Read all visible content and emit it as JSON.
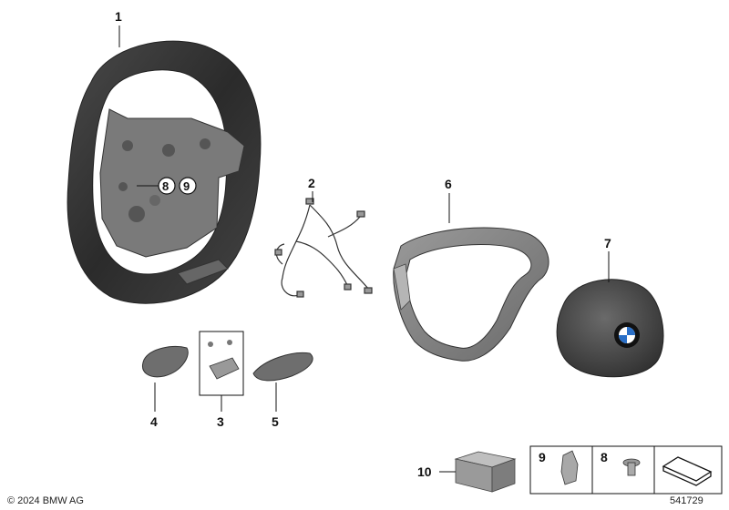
{
  "callouts": {
    "c1": "1",
    "c2": "2",
    "c3": "3",
    "c4": "4",
    "c5": "5",
    "c6": "6",
    "c7": "7",
    "c8": "8",
    "c9": "9",
    "c10": "10",
    "box9": "9",
    "box8": "8"
  },
  "copyright": "© 2024 BMW AG",
  "diagram_number": "541729",
  "parts": [
    {
      "ref": "1",
      "icon": "steering-wheel-icon"
    },
    {
      "ref": "2",
      "icon": "wiring-harness-icon"
    },
    {
      "ref": "3",
      "icon": "switch-module-icon"
    },
    {
      "ref": "4",
      "icon": "trim-cover-icon"
    },
    {
      "ref": "5",
      "icon": "trim-cover-icon"
    },
    {
      "ref": "6",
      "icon": "trim-frame-icon"
    },
    {
      "ref": "7",
      "icon": "airbag-module-icon"
    },
    {
      "ref": "8",
      "icon": "screw-icon"
    },
    {
      "ref": "9",
      "icon": "clip-icon"
    },
    {
      "ref": "10",
      "icon": "block-icon"
    }
  ]
}
